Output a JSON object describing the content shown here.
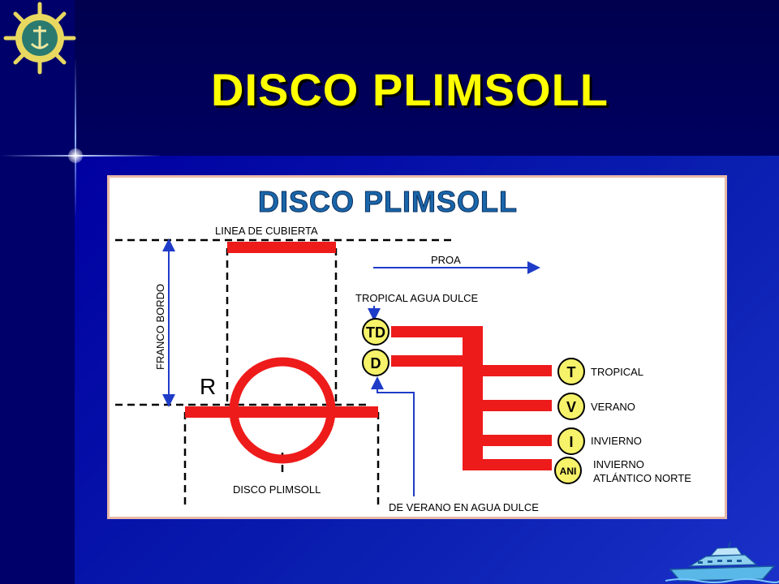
{
  "slide": {
    "title": "DISCO PLIMSOLL"
  },
  "diagram": {
    "title": "DISCO PLIMSOLL",
    "deck_line_label": "LINEA DE CUBIERTA",
    "freeboard_label": "FRANCO BORDO",
    "bow_label": "PROA",
    "tropical_fresh_label": "TROPICAL AGUA DULCE",
    "summer_fresh_label": "DE VERANO EN AGUA DULCE",
    "disc_label": "DISCO PLIMSOLL",
    "r_mark": "R",
    "marks": [
      {
        "code": "TD",
        "label": ""
      },
      {
        "code": "D",
        "label": ""
      },
      {
        "code": "T",
        "label": "TROPICAL"
      },
      {
        "code": "V",
        "label": "VERANO"
      },
      {
        "code": "I",
        "label": "INVIERNO"
      },
      {
        "code": "ANI",
        "label": "INVIERNO"
      },
      {
        "code": "",
        "label": "ATLÁNTICO NORTE"
      }
    ]
  },
  "colors": {
    "line_red": "#ee1b1b",
    "arrow_blue": "#1f3cc8",
    "title_yellow": "#ffff00",
    "badge_yellow": "#f6f26a"
  },
  "icons": [
    "ship-wheel-emblem",
    "ship-icon"
  ]
}
